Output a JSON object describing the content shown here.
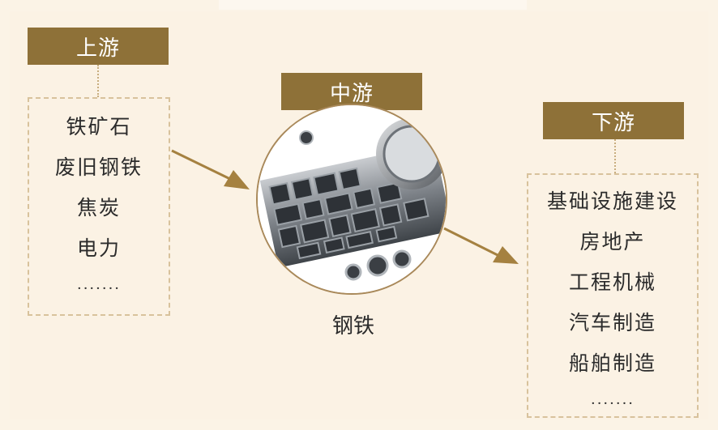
{
  "upstream": {
    "label": "上游",
    "items": [
      "铁矿石",
      "废旧钢铁",
      "焦炭",
      "电力",
      "·······"
    ]
  },
  "midstream": {
    "label": "中游",
    "caption": "钢铁",
    "image_icon": "steel-pipes-icon"
  },
  "downstream": {
    "label": "下游",
    "items": [
      "基础设施建设",
      "房地产",
      "工程机械",
      "汽车制造",
      "船舶制造",
      "·······"
    ]
  },
  "colors": {
    "label_bg": "#8e7138",
    "arrow": "#a58140",
    "background": "#fbf2e4",
    "dashed_border": "#d8c29c"
  }
}
